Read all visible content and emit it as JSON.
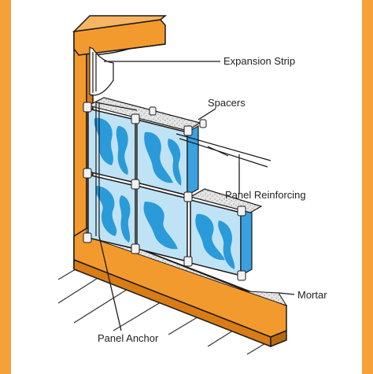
{
  "labels": {
    "expansion_strip": "Expansion Strip",
    "spacers": "Spacers",
    "panel_reinforcing": "Panel Reinforcing",
    "mortar": "Mortar",
    "panel_anchor": "Panel Anchor"
  },
  "colors": {
    "border": "#f6a03a",
    "frame_wood": "#f39a2e",
    "frame_shadow": "#d97c16",
    "glass": "#bfe3f5",
    "glass_pattern": "#2a9bd8",
    "mortar": "#d9d9d9",
    "spacer": "#f2f2f2",
    "outline": "#1a1a1a",
    "blue_edge": "#3aa0e0"
  }
}
